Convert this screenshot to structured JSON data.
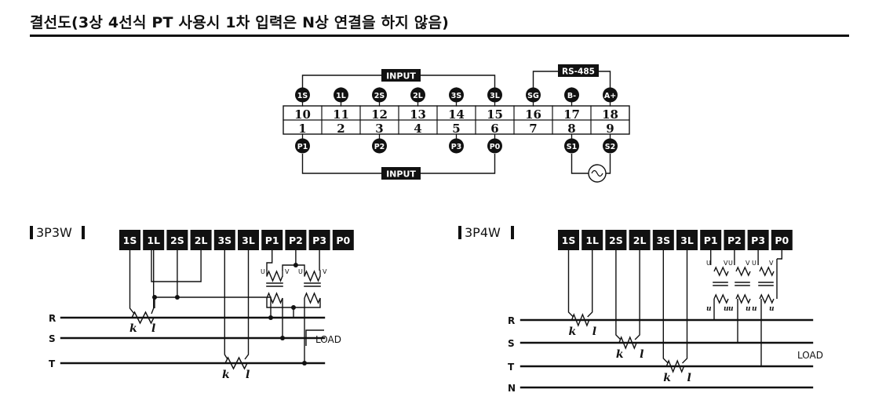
{
  "title": "결선도(3상 4선식 PT 사용시 1차 입력은 N상 연결을 하지 않음)",
  "top_diagram": {
    "input_label_top": "INPUT",
    "input_label_bottom": "INPUT",
    "rs485_label": "RS-485",
    "top_badges": [
      "1S",
      "1L",
      "2S",
      "2L",
      "3S",
      "3L",
      "SG",
      "B-",
      "A+"
    ],
    "row_upper": [
      "10",
      "11",
      "12",
      "13",
      "14",
      "15",
      "16",
      "17",
      "18"
    ],
    "row_lower": [
      "1",
      "2",
      "3",
      "4",
      "5",
      "6",
      "7",
      "8",
      "9"
    ],
    "bottom_badges": [
      "P1",
      "",
      "P2",
      "",
      "P3",
      "P0",
      "",
      "S1",
      "S2"
    ]
  },
  "panel_3p3w": {
    "title": "3P3W",
    "terminals": [
      "1S",
      "1L",
      "2S",
      "2L",
      "3S",
      "3L",
      "P1",
      "P2",
      "P3",
      "P0"
    ],
    "lines": [
      "R",
      "S",
      "T"
    ],
    "load_label": "LOAD",
    "ct_k": "k",
    "ct_l": "l",
    "pt_u": "U",
    "pt_v": "V"
  },
  "panel_3p4w": {
    "title": "3P4W",
    "terminals": [
      "1S",
      "1L",
      "2S",
      "2L",
      "3S",
      "3L",
      "P1",
      "P2",
      "P3",
      "P0"
    ],
    "lines": [
      "R",
      "S",
      "T",
      "N"
    ],
    "load_label": "LOAD",
    "ct_k": "k",
    "ct_l": "l",
    "pt_u": "U",
    "pt_v": "V",
    "pt_su": "u"
  }
}
